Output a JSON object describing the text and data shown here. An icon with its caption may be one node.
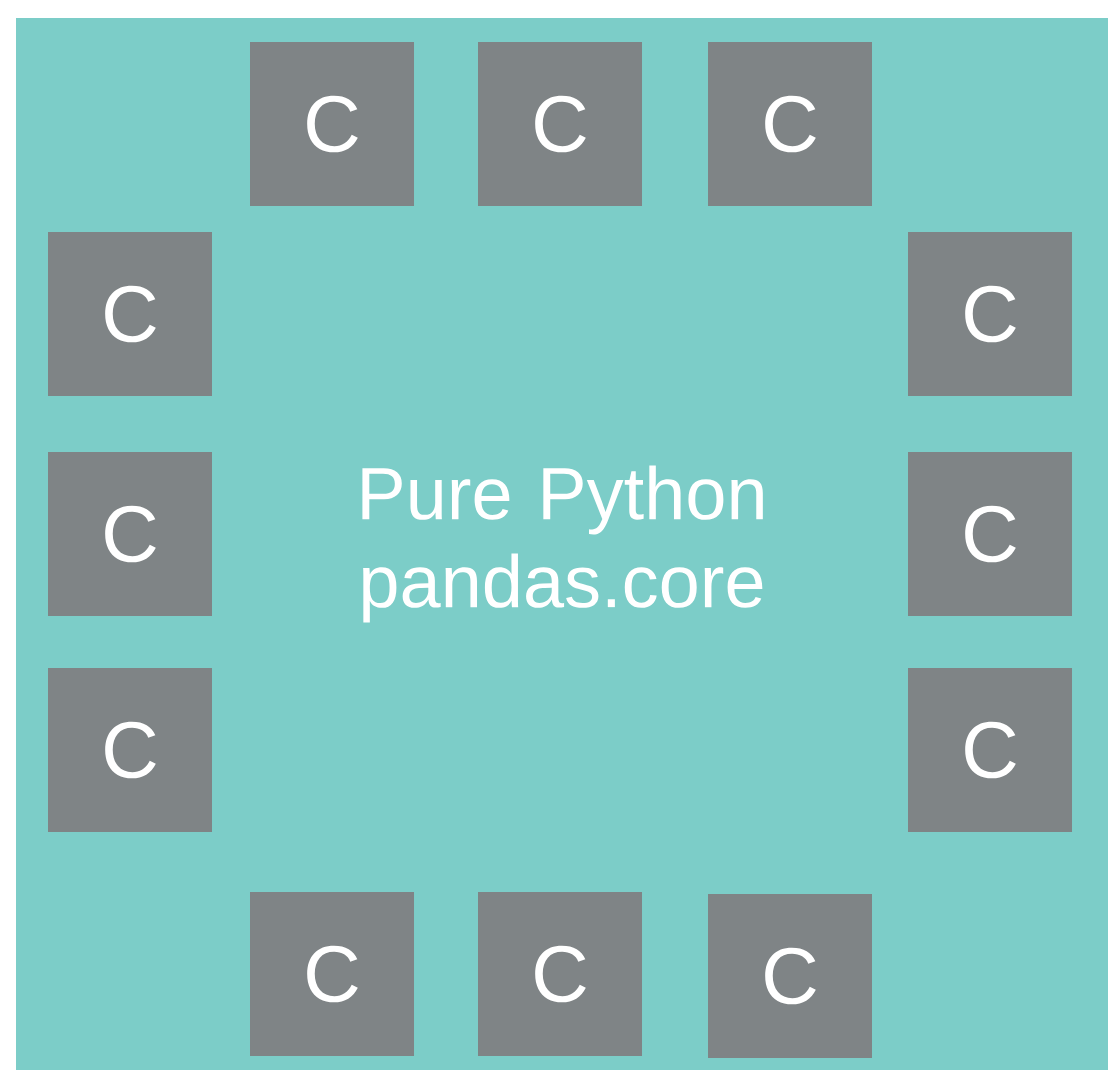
{
  "diagram": {
    "nodes": [
      {
        "text": [
          "Pure Python pandas.core"
        ]
      },
      {
        "text": [
          "C"
        ],
        "in": 0
      },
      {
        "text": [
          "C"
        ],
        "in": 0
      },
      {
        "text": [
          "C"
        ],
        "in": 0
      },
      {
        "text": [
          "C"
        ],
        "in": 0
      },
      {
        "text": [
          "C"
        ],
        "in": 0
      },
      {
        "text": [
          "C"
        ],
        "in": 0
      },
      {
        "text": [
          "C"
        ],
        "in": 0
      },
      {
        "text": [
          "C"
        ],
        "in": 0
      },
      {
        "text": [
          "C"
        ],
        "in": 0
      },
      {
        "text": [
          "C"
        ],
        "in": 0
      },
      {
        "text": [
          "C"
        ],
        "in": 0
      },
      {
        "text": [
          "C"
        ],
        "in": 0
      }
    ]
  }
}
